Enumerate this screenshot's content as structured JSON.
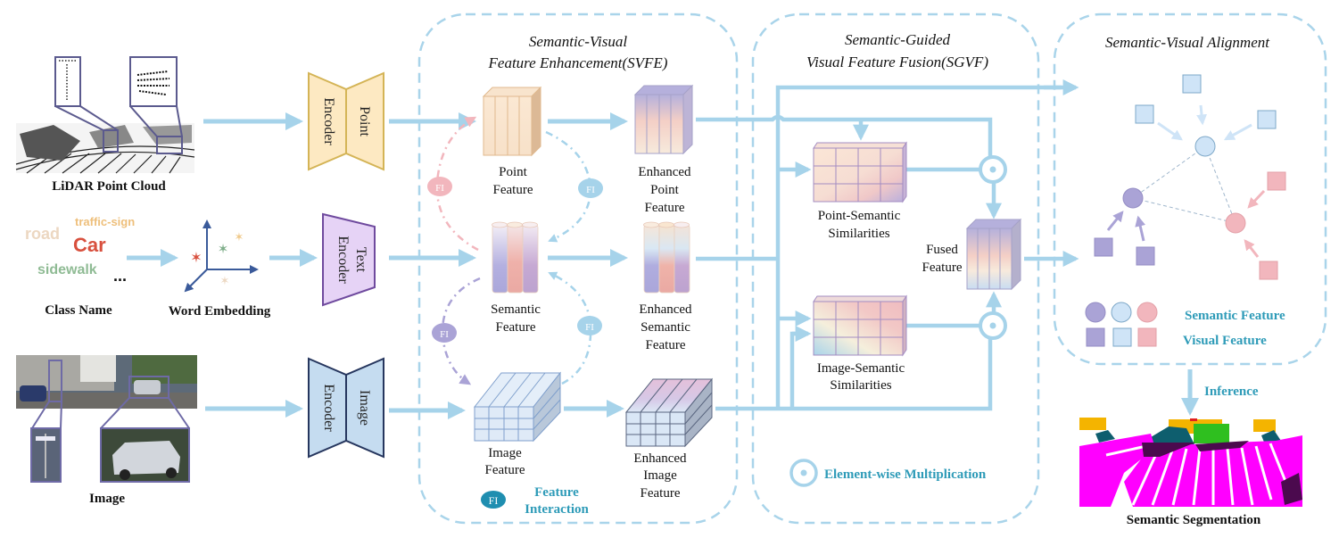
{
  "colors": {
    "arrow": "#a6d3ea",
    "module_border": "#a9d4ea",
    "accent_text": "#2e9bb8",
    "point_encoder_fill": "#fde9c2",
    "point_encoder_stroke": "#d4b456",
    "text_encoder_fill": "#e6d3f6",
    "text_encoder_stroke": "#6f4a9e",
    "image_encoder_fill": "#c5dcf0",
    "image_encoder_stroke": "#26365e",
    "semantic_purple": "#aaa3d6",
    "semantic_blue": "#cfe4f7",
    "semantic_pink": "#f2b6bd"
  },
  "inputs": {
    "lidar": {
      "label": "LiDAR Point Cloud"
    },
    "class_name": {
      "label": "Class Name",
      "words": [
        {
          "text": "road",
          "color": "#ecd7c1"
        },
        {
          "text": "traffic-sign",
          "color": "#eebf7b"
        },
        {
          "text": "Car",
          "color": "#d8503e"
        },
        {
          "text": "sidewalk",
          "color": "#8fbb94"
        },
        {
          "text": "...",
          "color": "#111111"
        }
      ]
    },
    "word_embedding": {
      "label": "Word Embedding"
    },
    "image": {
      "label": "Image"
    }
  },
  "encoders": {
    "point": {
      "line1": "Point",
      "line2": "Encoder"
    },
    "text": {
      "line1": "Text",
      "line2": "Encoder"
    },
    "image": {
      "line1": "Image",
      "line2": "Encoder"
    }
  },
  "svfe": {
    "title_line1": "Semantic-Visual",
    "title_line2": "Feature Enhancement(SVFE)",
    "point_feature": [
      "Point",
      "Feature"
    ],
    "semantic_feature": [
      "Semantic",
      "Feature"
    ],
    "image_feature": [
      "Image",
      "Feature"
    ],
    "enhanced_point_feature": [
      "Enhanced",
      "Point",
      "Feature"
    ],
    "enhanced_semantic_feature": [
      "Enhanced",
      "Semantic",
      "Feature"
    ],
    "enhanced_image_feature": [
      "Enhanced",
      "Image",
      "Feature"
    ],
    "fi_badge": "FI",
    "legend": {
      "badge": "FI",
      "line1": "Feature",
      "line2": "Interaction"
    }
  },
  "sgvf": {
    "title_line1": "Semantic-Guided",
    "title_line2": "Visual Feature Fusion(SGVF)",
    "point_semantic": [
      "Point-Semantic",
      "Similarities"
    ],
    "image_semantic": [
      "Image-Semantic",
      "Similarities"
    ],
    "fused_feature": [
      "Fused",
      "Feature"
    ],
    "legend": "Element-wise Multiplication"
  },
  "alignment": {
    "title": "Semantic-Visual Alignment",
    "legend_semantic": "Semantic Feature",
    "legend_visual": "Visual Feature"
  },
  "output": {
    "inference_label": "Inference",
    "segmentation_label": "Semantic Segmentation"
  }
}
